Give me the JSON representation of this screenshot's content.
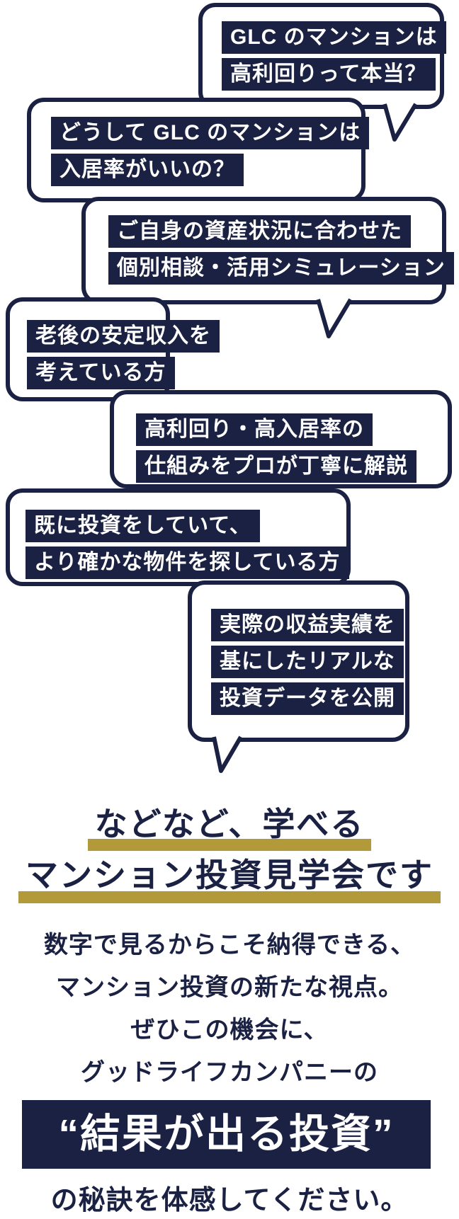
{
  "colors": {
    "navy": "#1b2142",
    "gold": "#b2993a",
    "background": "#ffffff"
  },
  "bubbles": [
    {
      "lines": [
        "GLC のマンションは",
        "高利回りって本当？"
      ]
    },
    {
      "lines": [
        "どうして GLC のマンションは",
        "入居率がいいの？"
      ]
    },
    {
      "lines": [
        "ご自身の資産状況に合わせた",
        "個別相談・活用シミュレーション"
      ]
    },
    {
      "lines": [
        "老後の安定収入を",
        "考えている方"
      ]
    },
    {
      "lines": [
        "高利回り・高入居率の",
        "仕組みをプロが丁寧に解説"
      ]
    },
    {
      "lines": [
        "既に投資をしていて、",
        "より確かな物件を探している方"
      ]
    },
    {
      "lines": [
        "実際の収益実績を",
        "基にしたリアルな",
        "投資データを公開"
      ]
    }
  ],
  "heading": {
    "line1": "などなど、学べる",
    "line2": "マンション投資見学会です"
  },
  "paragraph": {
    "line1": "数字で見るからこそ納得できる、",
    "line2": "マンション投資の新たな視点。",
    "line3": "ぜひこの機会に、",
    "line4": "グッドライフカンパニーの"
  },
  "banner": {
    "text": "“結果が出る投資”"
  },
  "closing": {
    "text": "の秘訣を体感してください。"
  }
}
